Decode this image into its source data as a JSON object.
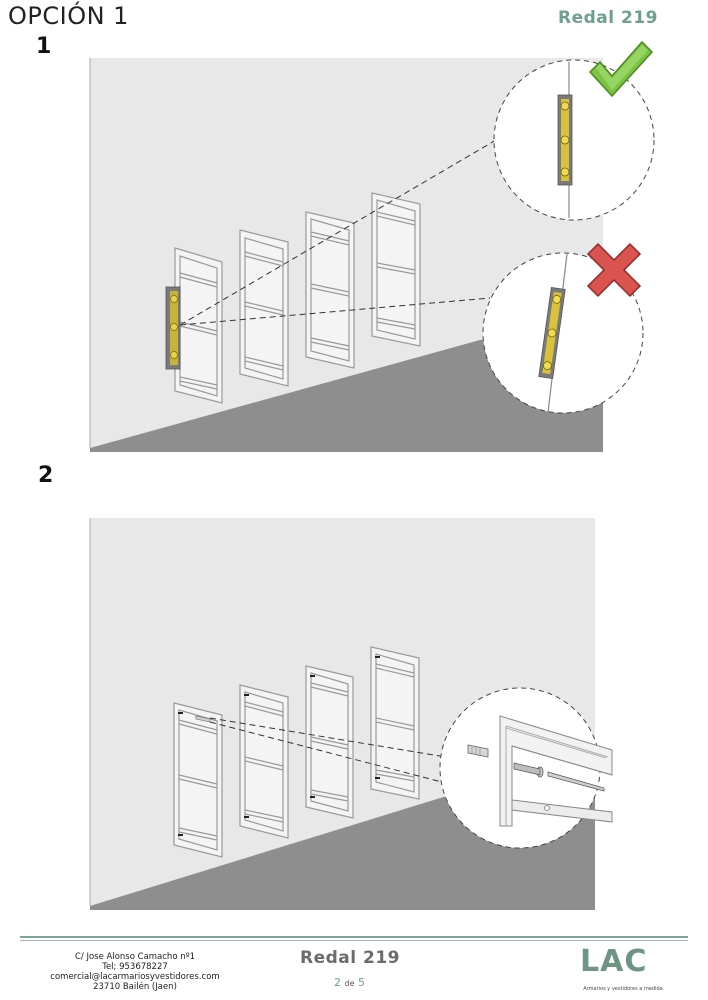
{
  "header": {
    "option_title": "OPCIÓN 1",
    "product": "Redal 219"
  },
  "steps": [
    {
      "number": "1"
    },
    {
      "number": "2"
    }
  ],
  "icons": {
    "correct": "check-icon",
    "incorrect": "cross-icon",
    "level": "spirit-level-icon"
  },
  "colors": {
    "brand": "#6f9f8e",
    "check": "#7cc243",
    "cross": "#d9534f",
    "wall": "#e6e6e6",
    "floor": "#8e8e8e",
    "level": "#d8c23a"
  },
  "footer": {
    "address_lines": [
      "C/ Jose Alonso Camacho nº1",
      "Tel; 953678227",
      "comercial@lacarmariosyvestidores.com",
      "23710 Bailén (Jaen)"
    ],
    "product": "Redal 219",
    "page_current": "2",
    "page_sep": "de",
    "page_total": "5",
    "logo_text": "LAC",
    "logo_tagline": "Armarios y vestidores a medida"
  }
}
